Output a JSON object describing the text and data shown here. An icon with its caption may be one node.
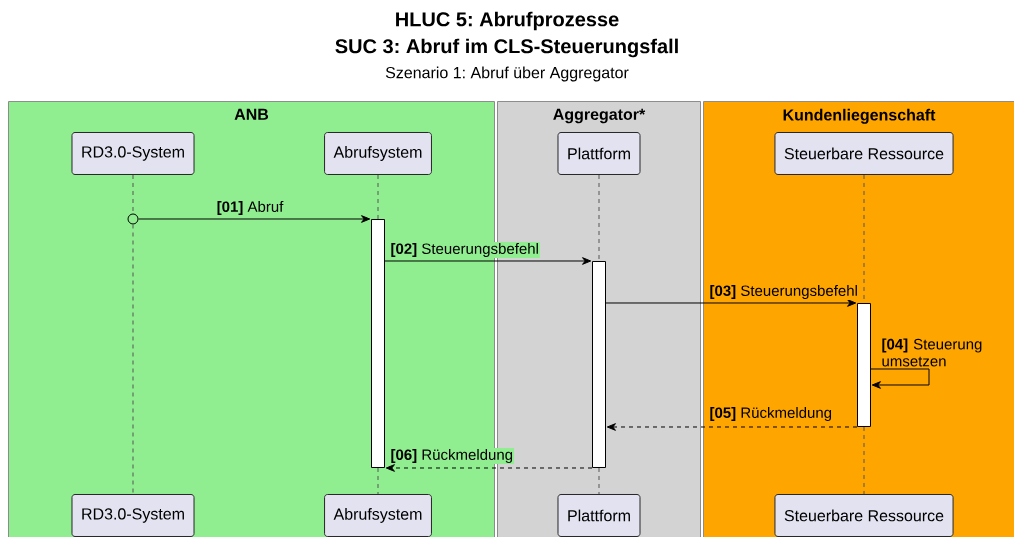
{
  "diagram": {
    "title": "HLUC 5: Abrufprozesse",
    "nodes": [
      {
        "text": [
          "ANB"
        ]
      },
      {
        "text": [
          "RD3.0-System"
        ],
        "in": 0
      },
      {
        "text": [
          "Abrufsystem"
        ],
        "in": 0
      },
      {
        "text": [
          "Aggregator*"
        ]
      },
      {
        "text": [
          "Plattform"
        ],
        "in": 3
      },
      {
        "text": [
          "Kundenliegenschaft"
        ]
      },
      {
        "text": [
          "Steuerbare Ressource"
        ],
        "in": 5
      },
      {
        "text": [
          "RD3.0-System"
        ],
        "in": 0
      },
      {
        "text": [
          "Abrufsystem"
        ],
        "in": 0
      },
      {
        "text": [
          "Plattform"
        ],
        "in": 3
      },
      {
        "text": [
          "Steuerbare Ressource"
        ],
        "in": 5
      },
      {
        "text": [],
        "shape": "circle",
        "in": 0
      },
      {
        "text": [],
        "shape": "bar",
        "in": 0
      },
      {
        "text": [],
        "shape": "bar",
        "in": 3
      },
      {
        "text": [],
        "shape": "bar",
        "in": 5
      }
    ],
    "edges": [
      {
        "from": 11,
        "to": 12,
        "arrow": "to",
        "label": "**[01]** Abruf"
      },
      {
        "from": 12,
        "to": 13,
        "arrow": "to",
        "label": "**[02]** Steuerungsbefehl"
      },
      {
        "from": 13,
        "to": 14,
        "arrow": "to",
        "label": "**[03]** Steuerungsbefehl"
      },
      {
        "from": 14,
        "to": 14,
        "arrow": "to",
        "label": "**[04]** Steuerung umsetzen"
      },
      {
        "from": 14,
        "to": 13,
        "arrow": "to",
        "style": "dashed",
        "label": "**[05]** Rückmeldung"
      },
      {
        "from": 13,
        "to": 12,
        "arrow": "to",
        "style": "dashed",
        "label": "**[06]** Rückmeldung"
      },
      {
        "from": 1,
        "to": 11,
        "arrow": "none",
        "style": "dashed",
        "color": "#555555"
      },
      {
        "from": 11,
        "to": 7,
        "arrow": "none",
        "style": "dashed",
        "color": "#555555"
      },
      {
        "from": 2,
        "to": 12,
        "arrow": "none",
        "style": "dashed",
        "color": "#555555"
      },
      {
        "from": 12,
        "to": 8,
        "arrow": "none",
        "style": "dashed",
        "color": "#555555"
      },
      {
        "from": 4,
        "to": 13,
        "arrow": "none",
        "style": "dashed",
        "color": "#555555"
      },
      {
        "from": 13,
        "to": 9,
        "arrow": "none",
        "style": "dashed",
        "color": "#555555"
      },
      {
        "from": 6,
        "to": 14,
        "arrow": "none",
        "style": "dashed",
        "color": "#555555"
      },
      {
        "from": 14,
        "to": 10,
        "arrow": "none",
        "style": "dashed",
        "color": "#555555"
      }
    ],
    "labels": [
      "SUC 3: Abruf im CLS-Steuerungsfall",
      "Szenario 1: Abruf über Aggregator"
    ]
  }
}
